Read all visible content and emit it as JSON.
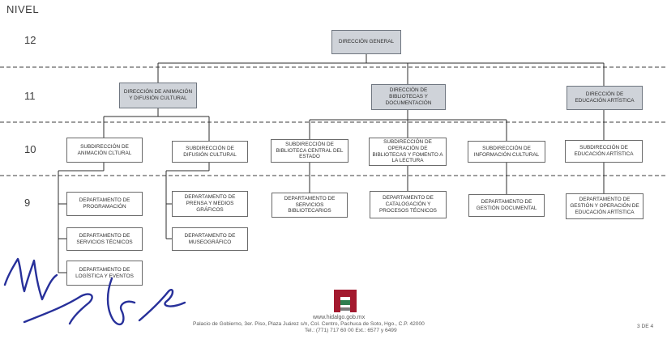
{
  "nivel_label": "NIVEL",
  "levels": [
    "12",
    "11",
    "10",
    "9"
  ],
  "boxes": {
    "direccion_general": "DIRECCIÓN GENERAL",
    "dir_animacion": "DIRECCIÓN DE ANIMACIÓN Y DIFUSIÓN CULTURAL",
    "dir_bibliotecas": "DIRECCIÓN DE BIBLIOTECAS Y DOCUMENTACIÓN",
    "dir_educacion": "DIRECCIÓN DE EDUCACIÓN ARTÍSTICA",
    "sub_animacion": "SUBDIRECCIÓN DE ANIMACIÓN CLTURAL",
    "sub_difusion": "SUBDIRECCIÓN DE DIFUSIÓN CULTURAL",
    "sub_biblioteca_central": "SUBDIRECCIÓN DE BIBLIOTECA CENTRAL DEL ESTADO",
    "sub_operacion": "SUBDIRECCIÓN DE OPERACIÓN DE BIBLIOTECAS Y FOMENTO A LA LECTURA",
    "sub_informacion": "SUBDIRECCIÓN DE INFORMACIÓN CULTURAL",
    "sub_educacion": "SUBDIRECCIÓN DE EDUCACIÓN ARTÍSTICA",
    "dep_programacion": "DEPARTAMENTO DE PROGRAMACIÓN",
    "dep_servicios_tecnicos": "DEPARTAMENTO DE SERVICIOS TÉCNICOS",
    "dep_logistica": "DEPARTAMENTO DE LOGÍSTICA Y EVENTOS",
    "dep_prensa": "DEPARTAMENTO DE PRENSA Y MEDIOS GRÁFICOS",
    "dep_museografico": "DEPARTAMENTO DE MUSEOGRÁFICO",
    "dep_servicios_bibliotecarios": "DEPARTAMENTO DE SERVICIOS BIBLIOTECARIOS",
    "dep_catalogacion": "DEPARTAMENTO DE CATALOGACIÓN Y PROCESOS TÉCNICOS",
    "dep_gestion_documental": "DEPARTAMENTO DE GESTIÓN DOCUMENTAL",
    "dep_gestion_educacion": "DEPARTAMENTO DE GESTIÓN Y OPERACIÓN DE EDUCACIÓN ARTÍSTICA"
  },
  "footer": {
    "url": "www.hidalgo.gob.mx",
    "address": "Palacio de Gobierno, 3er. Piso, Plaza Juárez s/n, Col. Centro, Pachuca de Soto, Hgo., C.P. 42000",
    "phone": "Tel.: (771) 717 60 00 Ext.: 6577 y 6499",
    "page": "3 DE 4"
  },
  "colors": {
    "shaded_box": "#cfd3d9",
    "logo_red": "#a3192e",
    "logo_green": "#2e7d4f",
    "signature_ink": "#27309a"
  }
}
